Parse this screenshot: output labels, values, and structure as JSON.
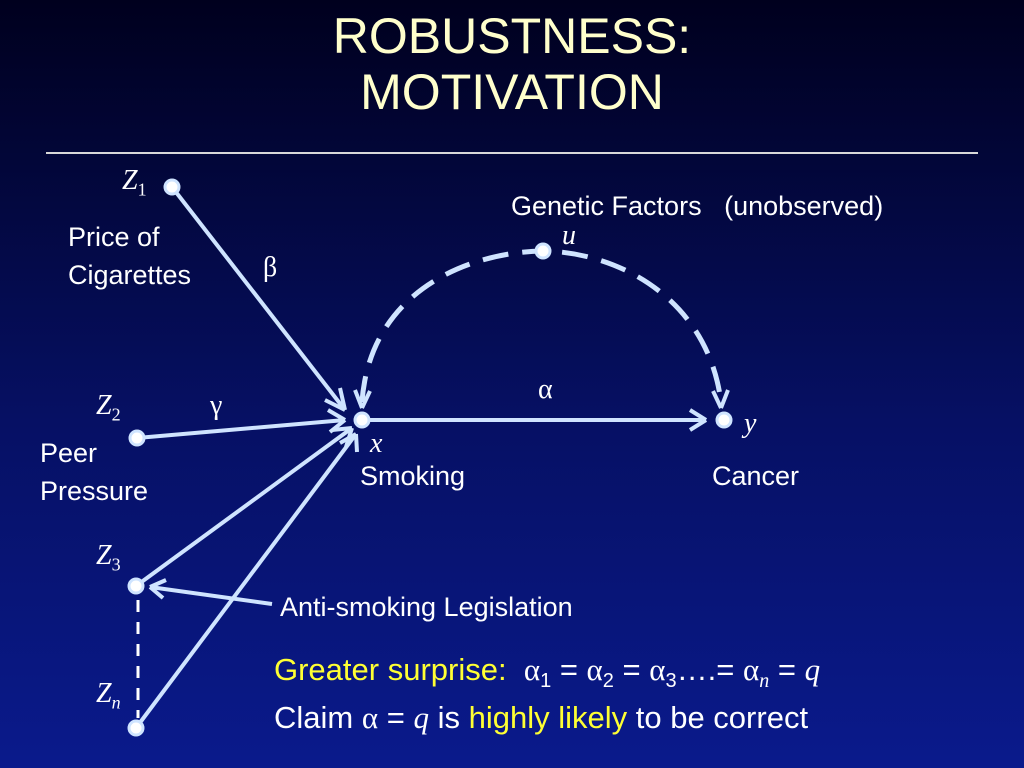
{
  "title": {
    "line1": "ROBUSTNESS:",
    "line2": "MOTIVATION"
  },
  "nodes": {
    "z1": {
      "var": "Z",
      "sub": "1",
      "label_line1": "Price of",
      "label_line2": "Cigarettes"
    },
    "z2": {
      "var": "Z",
      "sub": "2",
      "label_line1": "Peer",
      "label_line2": "Pressure"
    },
    "z3": {
      "var": "Z",
      "sub": "3",
      "annotation": "Anti-smoking Legislation"
    },
    "zn": {
      "var": "Z",
      "sub": "n"
    },
    "x": {
      "var": "x",
      "label": "Smoking"
    },
    "y": {
      "var": "y",
      "label": "Cancer"
    },
    "u": {
      "var": "u",
      "label": "Genetic Factors",
      "note": "(unobserved)"
    }
  },
  "edges": {
    "z1_x": "β",
    "z2_x": "γ",
    "x_y": "α"
  },
  "conclusion": {
    "surprise_label": "Greater surprise:",
    "alpha": "α",
    "eq": "=",
    "s1": "1",
    "s2": "2",
    "s3": "3",
    "sn": "n",
    "ellipsis": "….=",
    "q": "q",
    "claim_word": "Claim",
    "is_word": "is",
    "highly_likely": "highly likely",
    "tail": "to be correct"
  },
  "colors": {
    "title": "#ffffcc",
    "arrows": "#cfe4ff",
    "highlight": "#ffff33",
    "text": "#ffffff"
  }
}
